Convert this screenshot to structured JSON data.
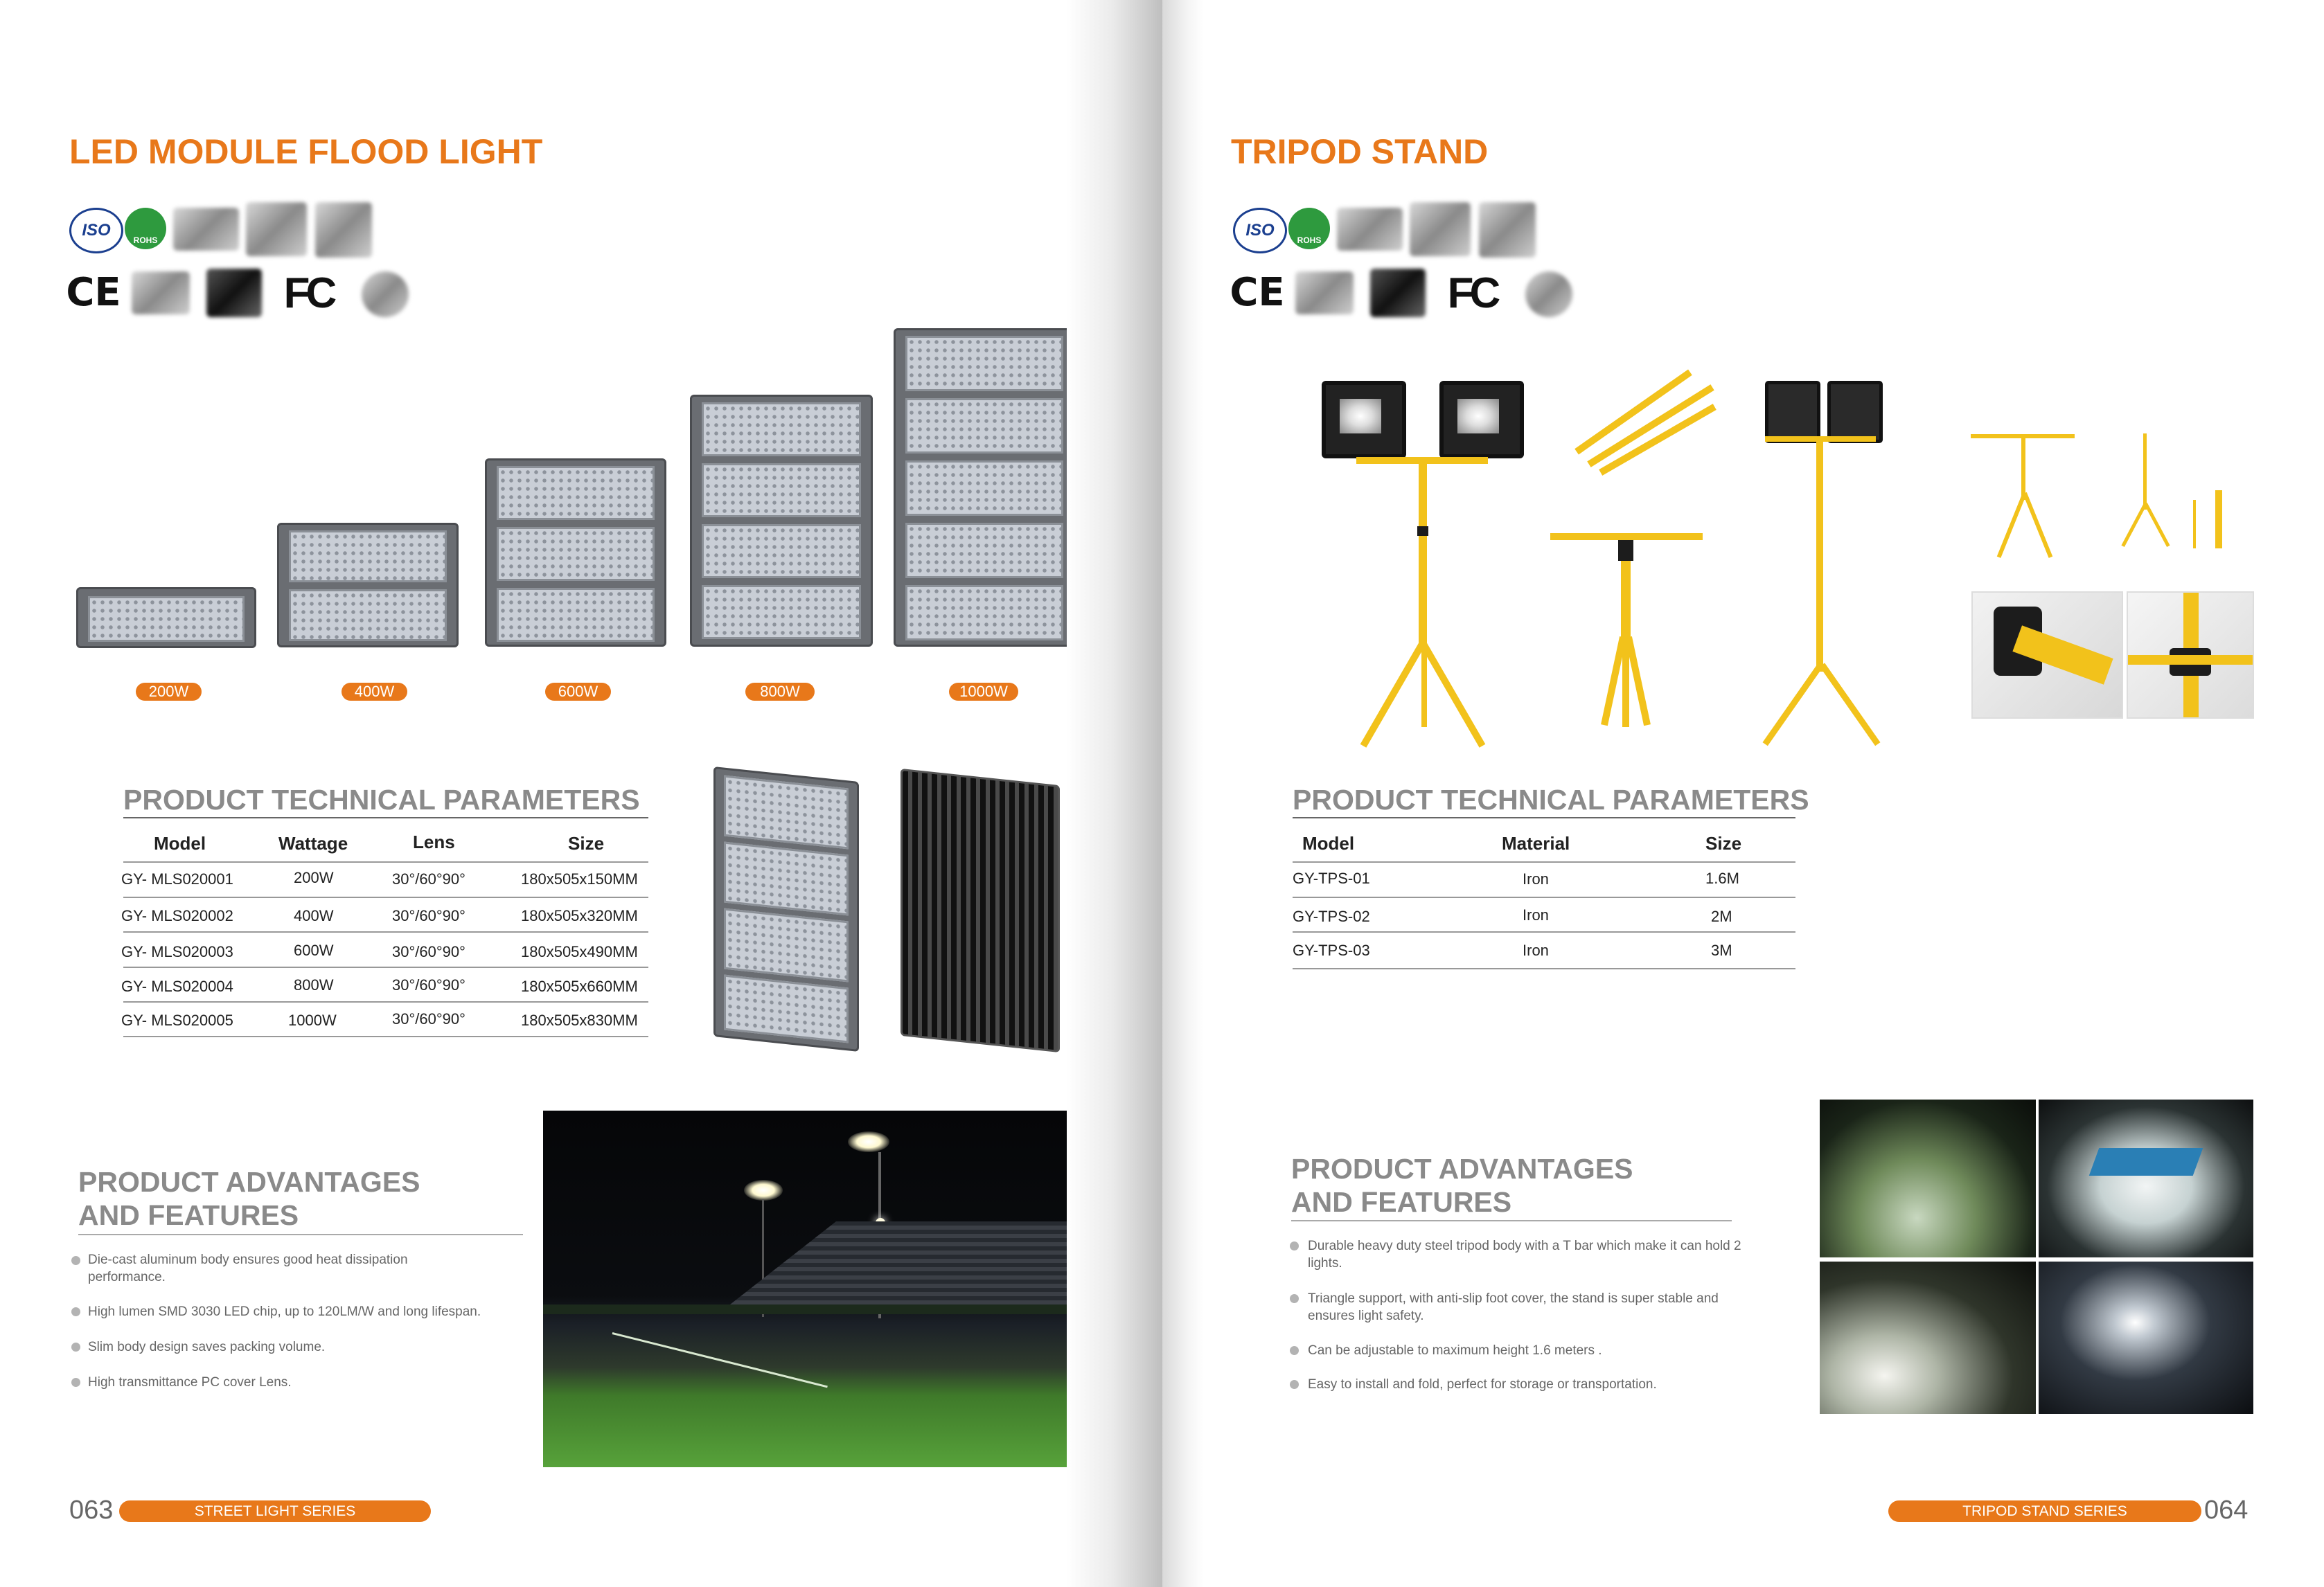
{
  "left": {
    "title": "LED MODULE FLOOD LIGHT",
    "certs": {
      "iso": "ISO",
      "rohs": "ROHS",
      "ce": "CE",
      "fcc": "FC"
    },
    "wattage_labels": [
      "200W",
      "400W",
      "600W",
      "800W",
      "1000W"
    ],
    "params_title": "PRODUCT TECHNICAL PARAMETERS",
    "table": {
      "headers": [
        "Model",
        "Wattage",
        "Lens",
        "Size"
      ],
      "rows": [
        [
          "GY- MLS020001",
          "200W",
          "30°/60°90°",
          "180x505x150MM"
        ],
        [
          "GY- MLS020002",
          "400W",
          "30°/60°90°",
          "180x505x320MM"
        ],
        [
          "GY- MLS020003",
          "600W",
          "30°/60°90°",
          "180x505x490MM"
        ],
        [
          "GY- MLS020004",
          "800W",
          "30°/60°90°",
          "180x505x660MM"
        ],
        [
          "GY- MLS020005",
          "1000W",
          "30°/60°90°",
          "180x505x830MM"
        ]
      ]
    },
    "adv_title_1": "PRODUCT ADVANTAGES",
    "adv_title_2": "AND FEATURES",
    "features": [
      "Die-cast aluminum body ensures good heat dissipation",
      "performance.",
      "High lumen SMD 3030 LED chip, up to 120LM/W and long lifespan.",
      "Slim body design saves packing volume.",
      "High transmittance PC cover Lens."
    ],
    "page_number": "063",
    "series": "STREET LIGHT SERIES"
  },
  "right": {
    "title": "TRIPOD STAND",
    "certs": {
      "iso": "ISO",
      "rohs": "ROHS",
      "ce": "CE",
      "fcc": "FC"
    },
    "params_title": "PRODUCT TECHNICAL PARAMETERS",
    "table": {
      "headers": [
        "Model",
        "Material",
        "Size"
      ],
      "rows": [
        [
          "GY-TPS-01",
          "Iron",
          "1.6M"
        ],
        [
          "GY-TPS-02",
          "Iron",
          "2M"
        ],
        [
          "GY-TPS-03",
          "Iron",
          "3M"
        ]
      ]
    },
    "adv_title_1": "PRODUCT ADVANTAGES",
    "adv_title_2": "AND FEATURES",
    "features": [
      "Durable heavy duty steel tripod body with a T bar which make it can hold 2",
      "lights.",
      "Triangle support, with anti-slip foot cover, the stand is super stable and",
      "ensures light safety.",
      "Can be adjustable to maximum height 1.6 meters .",
      "Easy to install and fold, perfect for storage or transportation."
    ],
    "page_number": "064",
    "series": "TRIPOD STAND SERIES"
  },
  "colors": {
    "accent": "#e8781a",
    "heading_gray": "#8a8a8a",
    "tripod_yellow": "#f2c21b"
  }
}
